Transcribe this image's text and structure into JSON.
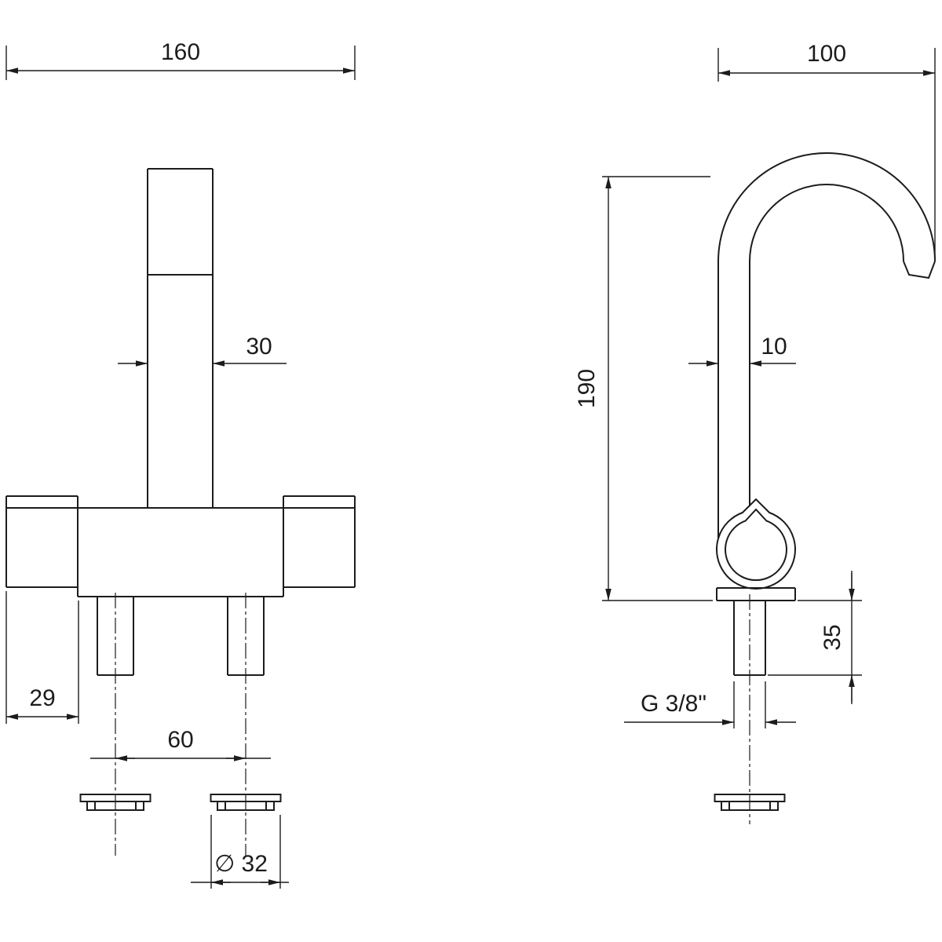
{
  "page": {
    "background": "#ffffff",
    "line_color": "#1c1c1c"
  },
  "front_view": {
    "label": "front-elevation",
    "dimensions": {
      "overall_width": "160",
      "spout_width": "30",
      "edge_to_flange": "29",
      "inlet_centres": "60",
      "flange_diameter": "∅ 32"
    }
  },
  "side_view": {
    "label": "side-elevation",
    "dimensions": {
      "spout_reach": "100",
      "overall_height": "190",
      "spout_tube_width": "10",
      "under_bench_depth": "35",
      "inlet_thread": "G 3/8\""
    }
  }
}
